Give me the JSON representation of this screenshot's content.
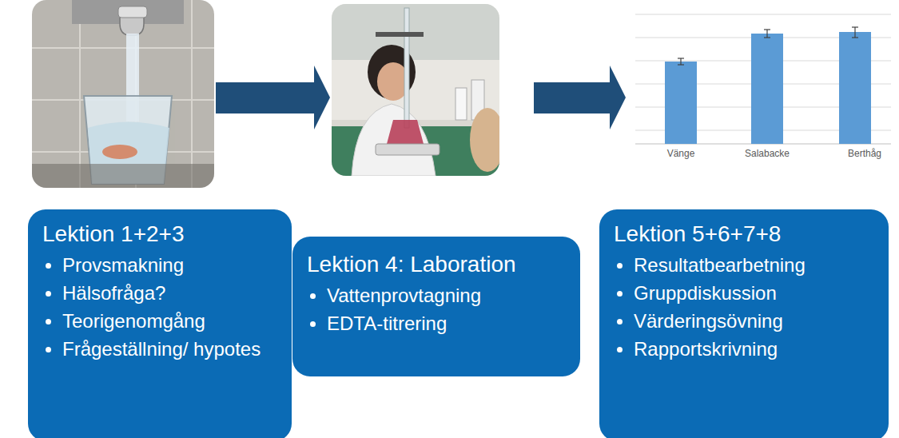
{
  "diagram": {
    "nodes": [
      {
        "text": [
          "Lektion 1+2+3",
          "Provsmakning",
          "Hälsofråga?",
          "Teorigenomgång",
          "Frågeställning/ hypotes"
        ]
      },
      {
        "text": [
          "Lektion 4: Laboration",
          "Vattenprovtagning",
          "EDTA-titrering"
        ]
      },
      {
        "text": [
          "Lektion 5+6+7+8",
          "Resultatbearbetning",
          "Gruppdiskussion",
          "Värderingsövning",
          "Rapportskrivning"
        ]
      }
    ],
    "labels": [
      "Vänge",
      "Salabacke",
      "Berthåg"
    ]
  }
}
